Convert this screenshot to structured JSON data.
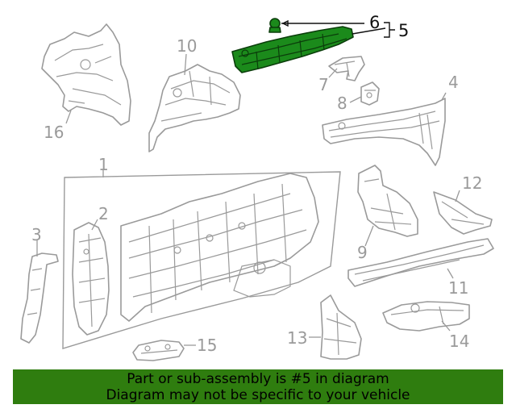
{
  "callouts": {
    "c1": "1",
    "c2": "2",
    "c3": "3",
    "c4": "4",
    "c5": "5",
    "c6": "6",
    "c7": "7",
    "c8": "8",
    "c9": "9",
    "c10": "10",
    "c11": "11",
    "c12": "12",
    "c13": "13",
    "c14": "14",
    "c15": "15",
    "c16": "16"
  },
  "highlighted_part": "5",
  "colors": {
    "highlight": "#1b8a1b",
    "banner": "#2f7d0f",
    "line_art": "#9a9a9a"
  },
  "banner": {
    "line1": "Part or sub-assembly is #5 in diagram",
    "line2": "Diagram may not be specific to your vehicle"
  }
}
